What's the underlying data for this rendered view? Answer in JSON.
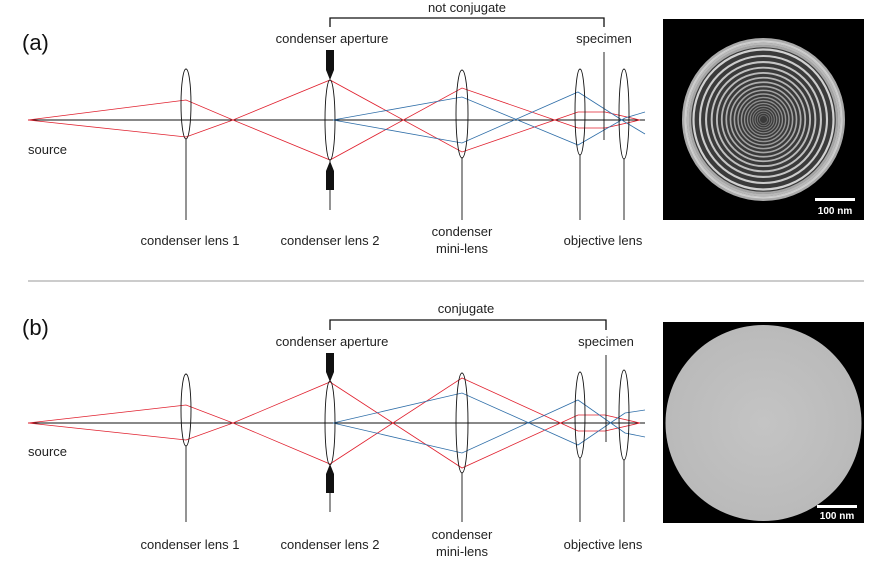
{
  "divider_color": "#999999",
  "ray_colors": {
    "aperture_rays": "#e0202e",
    "field_rays": "#2f6ea8"
  },
  "panels": [
    {
      "id": "a",
      "panel_label": "(a)",
      "bracket_label": "not conjugate",
      "labels": {
        "source": "source",
        "condenser_aperture": "condenser aperture",
        "specimen": "specimen",
        "condenser_lens_1": "condenser lens 1",
        "condenser_lens_2": "condenser lens 2",
        "condenser_mini_lens_line1": "condenser",
        "condenser_mini_lens_line2": "mini-lens",
        "objective_lens": "objective lens"
      },
      "micrograph": {
        "style": "fringed-disk",
        "scale_bar_label": "100 nm"
      }
    },
    {
      "id": "b",
      "panel_label": "(b)",
      "bracket_label": "conjugate",
      "labels": {
        "source": "source",
        "condenser_aperture": "condenser aperture",
        "specimen": "specimen",
        "condenser_lens_1": "condenser lens 1",
        "condenser_lens_2": "condenser lens 2",
        "condenser_mini_lens_line1": "condenser",
        "condenser_mini_lens_line2": "mini-lens",
        "objective_lens": "objective lens"
      },
      "micrograph": {
        "style": "uniform-disk",
        "scale_bar_label": "100 nm"
      }
    }
  ]
}
